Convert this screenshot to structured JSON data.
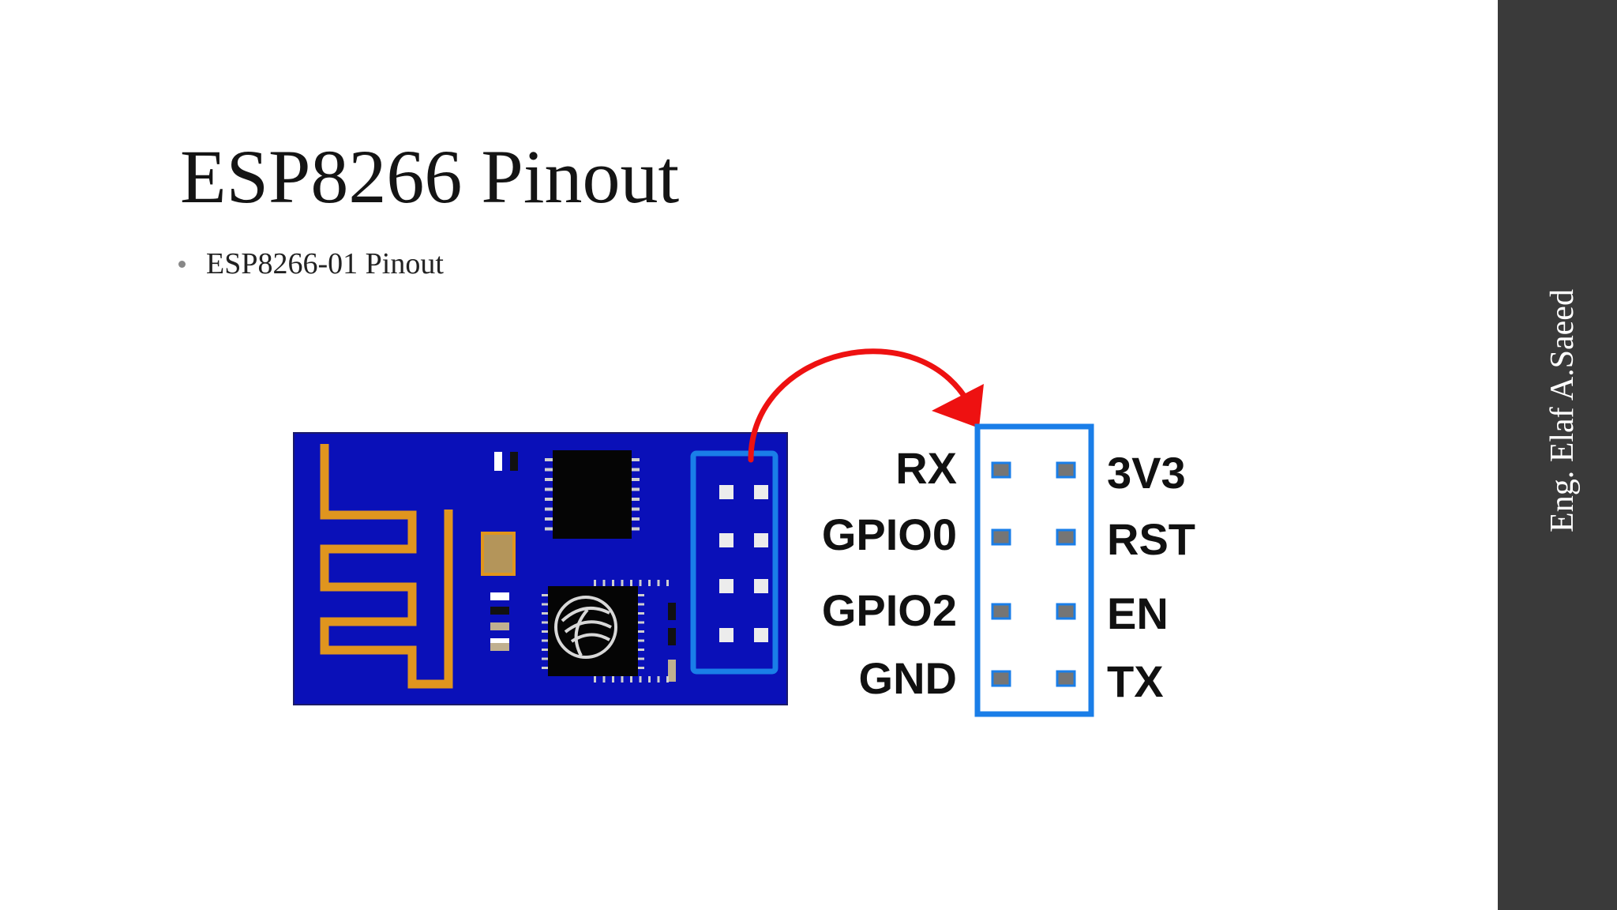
{
  "slide": {
    "title": "ESP8266 Pinout",
    "bullet": "ESP8266-01 Pinout",
    "sidebar_author": "Eng. Elaf A.Saeed"
  },
  "diagram": {
    "left_pins": [
      "RX",
      "GPIO0",
      "GPIO2",
      "GND"
    ],
    "right_pins": [
      "3V3",
      "RST",
      "EN",
      "TX"
    ]
  },
  "colors": {
    "board": "#0a10b8",
    "antenna": "#e0951e",
    "header_outline": "#1a7ee8",
    "arrow": "#ee1111",
    "sidebar": "#3a3a3a"
  }
}
